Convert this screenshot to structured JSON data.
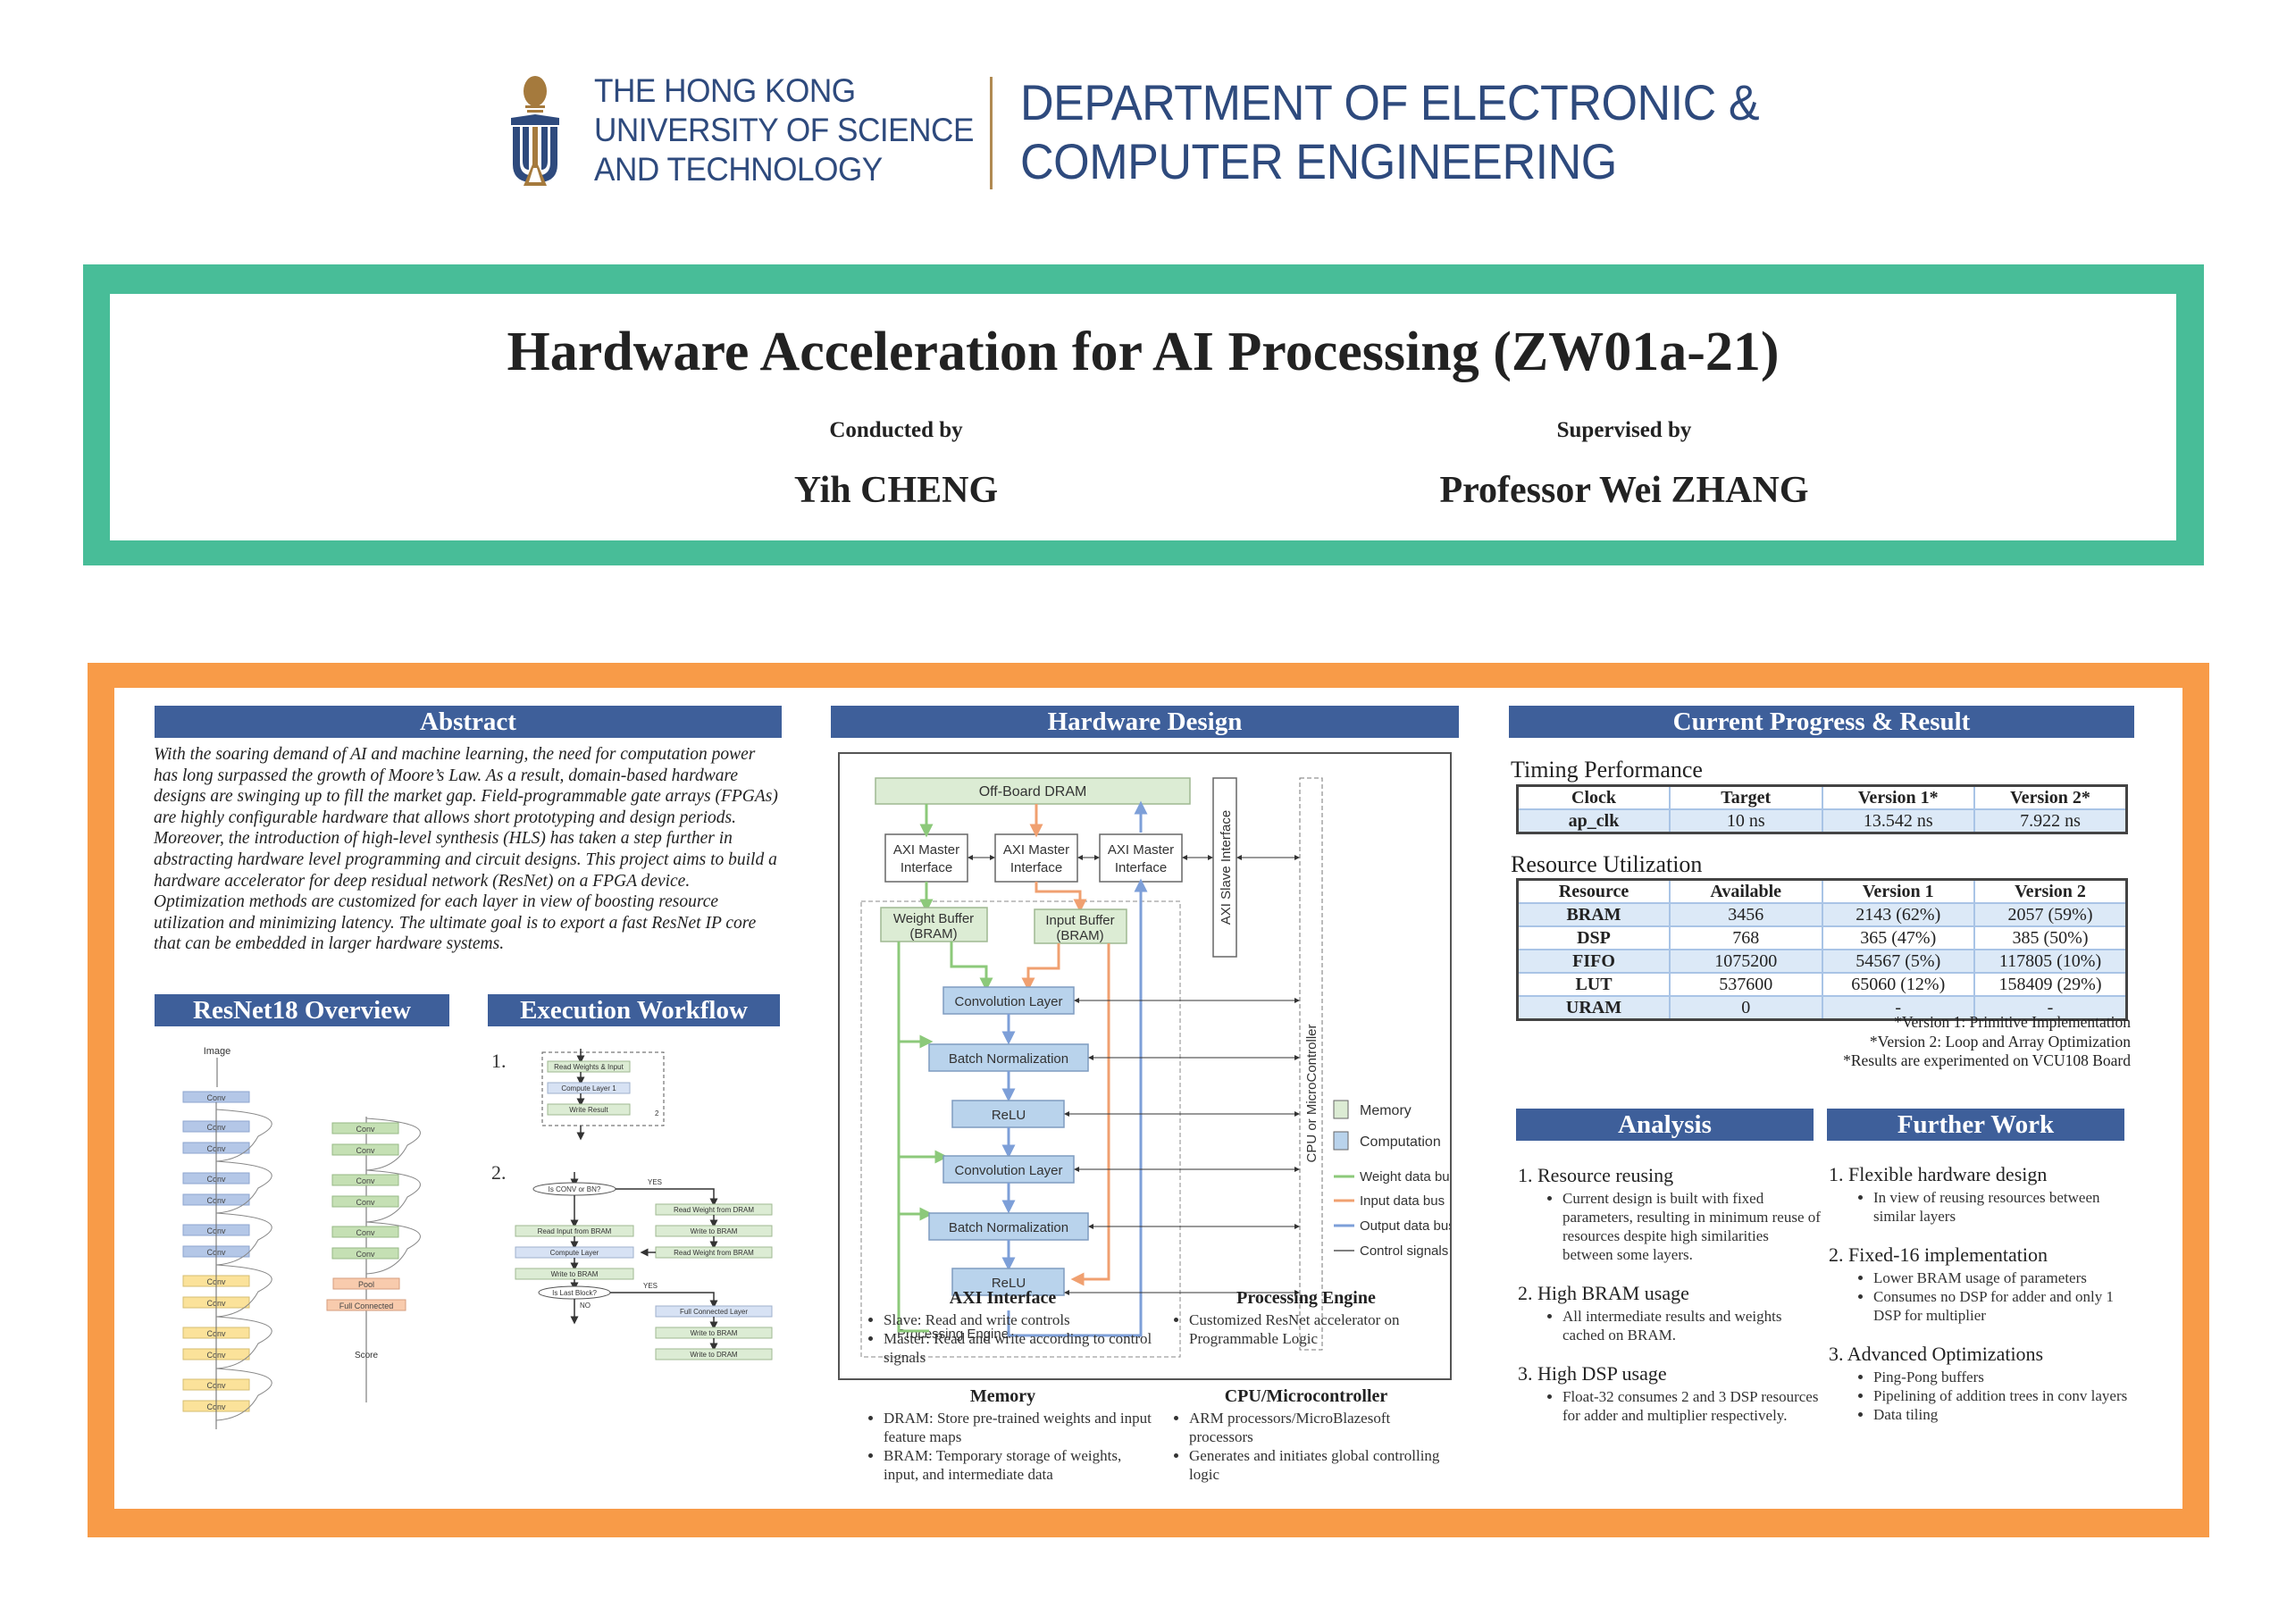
{
  "header": {
    "university_lines": [
      "THE HONG KONG",
      "UNIVERSITY OF SCIENCE",
      "AND TECHNOLOGY"
    ],
    "department_lines": [
      "DEPARTMENT OF ELECTRONIC &",
      "COMPUTER ENGINEERING"
    ]
  },
  "title_block": {
    "title": "Hardware Acceleration for AI Processing (ZW01a-21)",
    "conducted_label": "Conducted by",
    "conducted_name": "Yih CHENG",
    "supervised_label": "Supervised by",
    "supervised_name": "Professor Wei ZHANG"
  },
  "colors": {
    "title_frame": "#48bd98",
    "panel_frame": "#f89b48",
    "section_header": "#3e5f9a",
    "memory": "#dcecd4",
    "computation": "#b9d3ec",
    "weight_bus": "#8cc97a",
    "input_bus": "#f0a070",
    "output_bus": "#7d9fd8",
    "table_shade": "#dce9f7"
  },
  "abstract": {
    "heading": "Abstract",
    "text": "With the soaring demand of AI and machine learning, the need for computation power has long surpassed the growth of Moore’s Law. As a result, domain-based hardware designs are swinging up to fill the market gap. Field-programmable gate arrays (FPGAs) are highly configurable hardware that allows short prototyping and design periods. Moreover, the introduction of high-level synthesis (HLS) has taken a step further in abstracting hardware level programming and circuit designs. This project aims to build a hardware accelerator for deep residual network (ResNet) on a FPGA device. Optimization methods are customized for each layer in view of boosting resource utilization and minimizing latency. The ultimate goal is to export a fast ResNet IP core that can be embedded in larger hardware systems."
  },
  "resnet": {
    "heading": "ResNet18 Overview",
    "input_label": "Image",
    "output_label": "Score",
    "left_column": [
      "Conv",
      "Conv",
      "Conv",
      "Conv",
      "Conv",
      "Conv",
      "Conv",
      "Conv",
      "Conv",
      "Conv",
      "Conv",
      "Conv",
      "Conv"
    ],
    "right_column": [
      "Conv",
      "Conv",
      "Conv",
      "Conv",
      "Conv",
      "Conv"
    ],
    "pool_label": "Pool",
    "fc_label": "Full Connected"
  },
  "workflow": {
    "heading": "Execution Workflow",
    "step1_num": "1.",
    "step1_boxes": [
      "Read Weights & Input",
      "Compute Layer 1",
      "Write Result"
    ],
    "step1_repeat": "2",
    "step2_num": "2.",
    "decision1": "Is CONV or BN?",
    "yes1": "YES",
    "left_boxes": [
      "Read Input from BRAM",
      "Compute Layer",
      "Write to BRAM"
    ],
    "right_boxes": [
      "Read Weight from DRAM",
      "Write to BRAM",
      "Read Weight from BRAM"
    ],
    "decision2": "Is Last Block?",
    "yes2": "YES",
    "no2": "NO",
    "final_boxes": [
      "Full Connected Layer",
      "Write to BRAM",
      "Write to DRAM"
    ]
  },
  "hardware": {
    "heading": "Hardware Design",
    "dram": "Off-Board DRAM",
    "axi_master": [
      "AXI Master",
      "Interface"
    ],
    "axi_slave": "AXI Slave Interface",
    "cpu": "CPU or MicroController",
    "weight_buffer": [
      "Weight Buffer",
      "(BRAM)"
    ],
    "input_buffer": [
      "Input Buffer",
      "(BRAM)"
    ],
    "layers": [
      "Convolution Layer",
      "Batch Normalization",
      "ReLU",
      "Convolution Layer",
      "Batch Normalization",
      "ReLU"
    ],
    "engine_label": "Processing Engine",
    "legend": {
      "memory": "Memory",
      "computation": "Computation",
      "weight_bus": "Weight data bus",
      "input_bus": "Input data bus",
      "output_bus": "Output data bus",
      "control": "Control signals"
    },
    "descriptions": {
      "axi": {
        "title": "AXI Interface",
        "items": [
          "Slave: Read and write controls",
          "Master: Read and write according to control signals"
        ]
      },
      "engine": {
        "title": "Processing Engine",
        "items": [
          "Customized ResNet accelerator on Programmable Logic"
        ]
      },
      "memory": {
        "title": "Memory",
        "items": [
          "DRAM: Store pre-trained weights and input feature maps",
          "BRAM: Temporary storage of weights, input, and intermediate data"
        ]
      },
      "cpu": {
        "title": "CPU/Microcontroller",
        "items": [
          "ARM processors/MicroBlazesoft processors",
          "Generates and initiates global controlling logic"
        ]
      }
    }
  },
  "progress": {
    "heading": "Current Progress & Result",
    "timing": {
      "title": "Timing Performance",
      "columns": [
        "Clock",
        "Target",
        "Version 1*",
        "Version 2*"
      ],
      "rows": [
        [
          "ap_clk",
          "10 ns",
          "13.542 ns",
          "7.922 ns"
        ]
      ]
    },
    "resources": {
      "title": "Resource Utilization",
      "columns": [
        "Resource",
        "Available",
        "Version 1",
        "Version 2"
      ],
      "rows": [
        [
          "BRAM",
          "3456",
          "2143 (62%)",
          "2057 (59%)"
        ],
        [
          "DSP",
          "768",
          "365 (47%)",
          "385 (50%)"
        ],
        [
          "FIFO",
          "1075200",
          "54567 (5%)",
          "117805 (10%)"
        ],
        [
          "LUT",
          "537600",
          "65060 (12%)",
          "158409 (29%)"
        ],
        [
          "URAM",
          "0",
          "-",
          "-"
        ]
      ]
    },
    "notes": [
      "*Version 1: Primitive Implementation",
      "*Version 2: Loop and Array Optimization",
      "*Results are experimented on VCU108 Board"
    ]
  },
  "analysis": {
    "heading": "Analysis",
    "items": [
      {
        "title": "1. Resource reusing",
        "bullets": [
          "Current design is built with fixed parameters, resulting in minimum reuse of resources despite high similarities between some layers."
        ]
      },
      {
        "title": "2. High BRAM usage",
        "bullets": [
          "All intermediate results and weights cached on BRAM."
        ]
      },
      {
        "title": "3. High DSP usage",
        "bullets": [
          "Float-32 consumes 2 and 3 DSP resources for adder and multiplier respectively."
        ]
      }
    ]
  },
  "further_work": {
    "heading": "Further Work",
    "items": [
      {
        "title": "1. Flexible hardware design",
        "bullets": [
          "In view of reusing resources between similar layers"
        ]
      },
      {
        "title": "2. Fixed-16 implementation",
        "bullets": [
          "Lower BRAM usage of parameters",
          "Consumes no DSP for adder and only 1 DSP for multiplier"
        ]
      },
      {
        "title": "3. Advanced Optimizations",
        "bullets": [
          "Ping-Pong buffers",
          "Pipelining of addition trees in conv layers",
          "Data tiling"
        ]
      }
    ]
  }
}
